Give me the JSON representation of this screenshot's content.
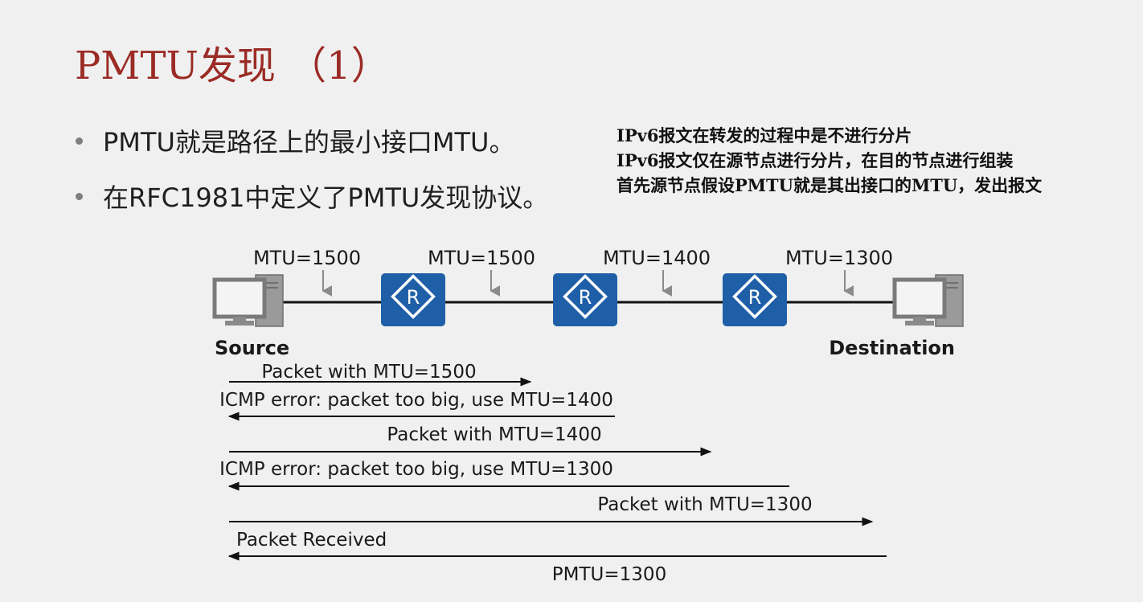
{
  "slide": {
    "title": "PMTU发现 （1）",
    "bullets": [
      "PMTU就是路径上的最小接口MTU。",
      "在RFC1981中定义了PMTU发现协议。"
    ],
    "notes": [
      "IPv6报文在转发的过程中是不进行分片",
      "IPv6报文仅在源节点进行分片，在目的节点进行组装",
      "首先源节点假设PMTU就是其出接口的MTU，发出报文"
    ]
  },
  "diagram": {
    "links": [
      {
        "mtu": "MTU=1500"
      },
      {
        "mtu": "MTU=1500"
      },
      {
        "mtu": "MTU=1400"
      },
      {
        "mtu": "MTU=1300"
      }
    ],
    "router_glyph": "R",
    "source_label": "Source",
    "destination_label": "Destination",
    "messages": [
      {
        "text": "Packet with MTU=1500",
        "direction": "right"
      },
      {
        "text": "ICMP error: packet too big, use MTU=1400",
        "direction": "left"
      },
      {
        "text": "Packet with MTU=1400",
        "direction": "right"
      },
      {
        "text": "ICMP error: packet too big, use MTU=1300",
        "direction": "left"
      },
      {
        "text": "Packet with MTU=1300",
        "direction": "right"
      },
      {
        "text": "Packet Received",
        "direction": "left"
      }
    ],
    "result": "PMTU=1300"
  },
  "colors": {
    "title": "#9b2b25",
    "router": "#1f5fa8",
    "arrow": "#111111",
    "mtu_arrow": "#8a8a8a"
  }
}
